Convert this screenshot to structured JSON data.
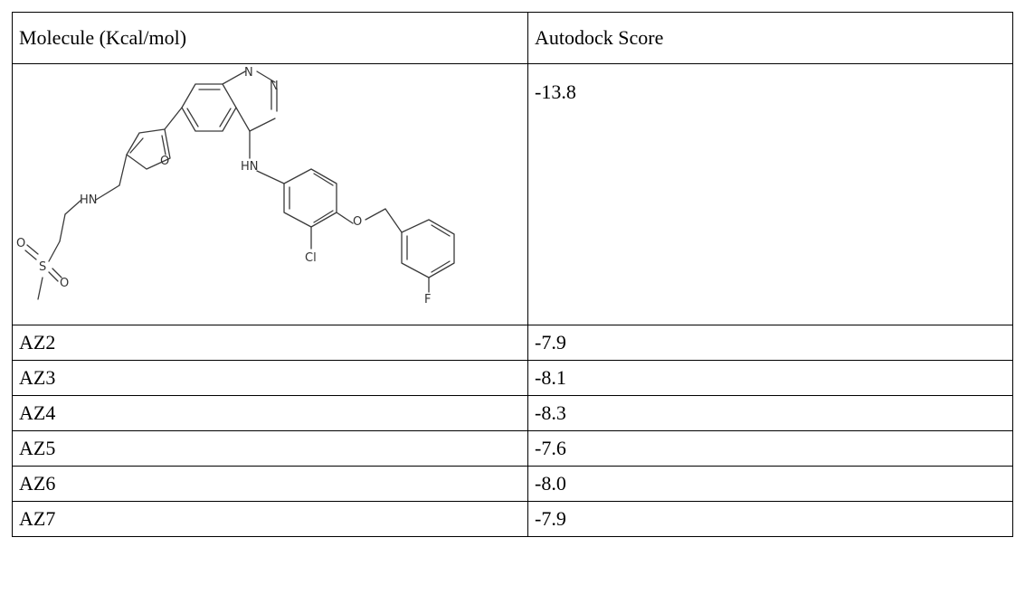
{
  "table": {
    "headers": [
      "Molecule (Kcal/mol)",
      "Autodock Score"
    ],
    "structure_row": {
      "score": "-13.8",
      "atom_labels": {
        "n_top": "N",
        "n_right": "N",
        "hn_aryl": "HN",
        "o_furan": "O",
        "hn_chain": "HN",
        "o_ether": "O",
        "cl": "Cl",
        "f": "F",
        "s": "S",
        "o_sulfonyl_1": "O",
        "o_sulfonyl_2": "O"
      }
    },
    "rows": [
      {
        "molecule": "AZ2",
        "score": "-7.9"
      },
      {
        "molecule": "AZ3",
        "score": "-8.1"
      },
      {
        "molecule": "AZ4",
        "score": "-8.3"
      },
      {
        "molecule": "AZ5",
        "score": "-7.6"
      },
      {
        "molecule": "AZ6",
        "score": "-8.0"
      },
      {
        "molecule": "AZ7",
        "score": "-7.9"
      }
    ]
  }
}
